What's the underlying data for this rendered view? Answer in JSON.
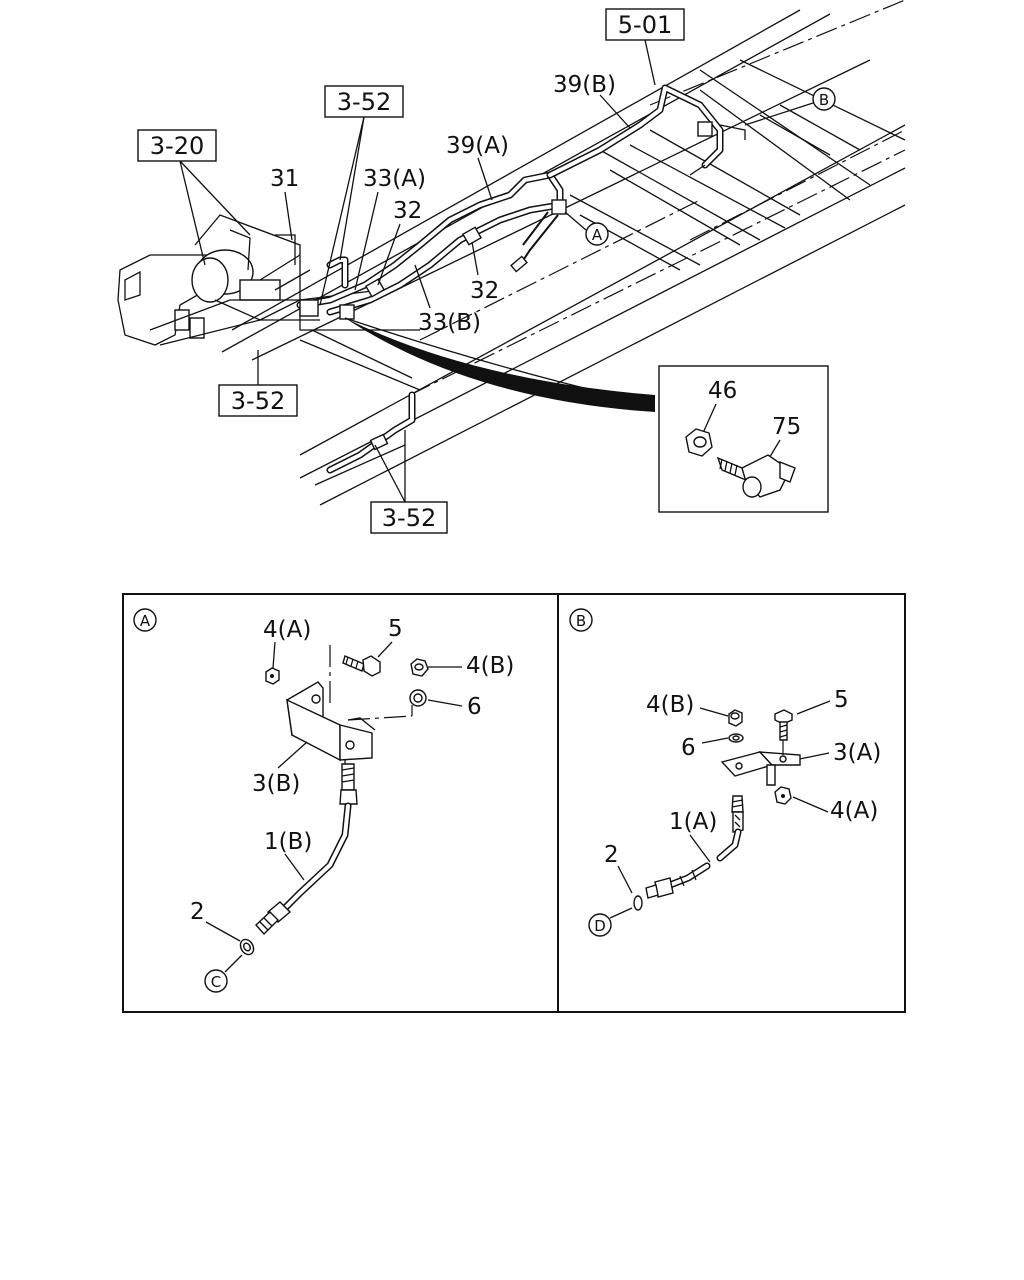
{
  "references": {
    "r501": "5-01",
    "r352_top": "3-52",
    "r320": "3-20",
    "r352_mid": "3-52",
    "r352_bot": "3-52"
  },
  "main_labels": {
    "l39b": "39(B)",
    "l39a": "39(A)",
    "l33a": "33(A)",
    "l31": "31",
    "l32_top": "32",
    "l32_bot": "32",
    "l33b": "33(B)",
    "lB": "B",
    "lA": "A"
  },
  "inset": {
    "l46": "46",
    "l75": "75"
  },
  "panel_a": {
    "marker": "A",
    "l4a": "4(A)",
    "l5": "5",
    "l4b": "4(B)",
    "l6": "6",
    "l3b": "3(B)",
    "l1b": "1(B)",
    "l2": "2",
    "lC": "C"
  },
  "panel_b": {
    "marker": "B",
    "l4b": "4(B)",
    "l5": "5",
    "l6": "6",
    "l3a": "3(A)",
    "l4a": "4(A)",
    "l1a": "1(A)",
    "l2": "2",
    "lD": "D"
  }
}
